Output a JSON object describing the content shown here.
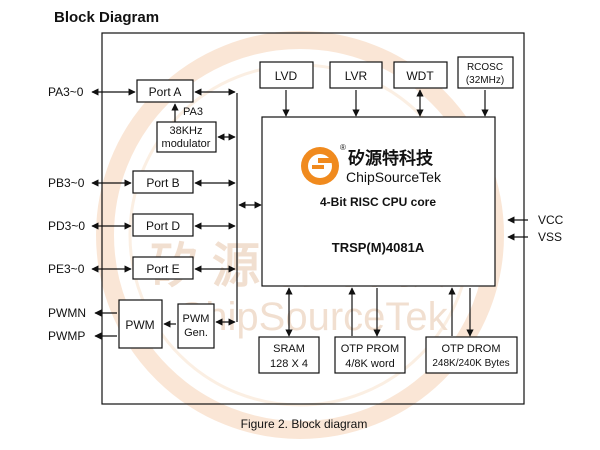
{
  "header": {
    "title": "Block Diagram"
  },
  "blocks": {
    "port_a": "Port A",
    "pa3": "PA3",
    "modulator_line1": "38KHz",
    "modulator_line2": "modulator",
    "port_b": "Port B",
    "port_d": "Port D",
    "port_e": "Port E",
    "pwm": "PWM",
    "pwm_gen_line1": "PWM",
    "pwm_gen_line2": "Gen.",
    "lvd": "LVD",
    "lvr": "LVR",
    "wdt": "WDT",
    "rcosc_line1": "RCOSC",
    "rcosc_line2": "(32MHz)",
    "sram_line1": "SRAM",
    "sram_line2": "128 X 4",
    "otp_prom_line1": "OTP PROM",
    "otp_prom_line2": "4/8K word",
    "otp_drom_line1": "OTP DROM",
    "otp_drom_line2": "248K/240K Bytes"
  },
  "cpu": {
    "brand_cn": "矽源特科技",
    "brand_en": "ChipSourceTek",
    "core_label": "4-Bit RISC CPU core",
    "part_number": "TRSP(M)4081A"
  },
  "signals": {
    "pa": "PA3~0",
    "pb": "PB3~0",
    "pd": "PD3~0",
    "pe": "PE3~0",
    "pwmn": "PWMN",
    "pwmp": "PWMP",
    "vcc": "VCC",
    "vss": "VSS"
  },
  "watermark": {
    "text_cn": "矽源特科技",
    "text_en": "ChipSourceTek"
  },
  "caption": "Figure 2. Block diagram",
  "colors": {
    "logo_orange": "#f08a1e",
    "watermark": "#f6d3b5",
    "line": "#111111"
  }
}
